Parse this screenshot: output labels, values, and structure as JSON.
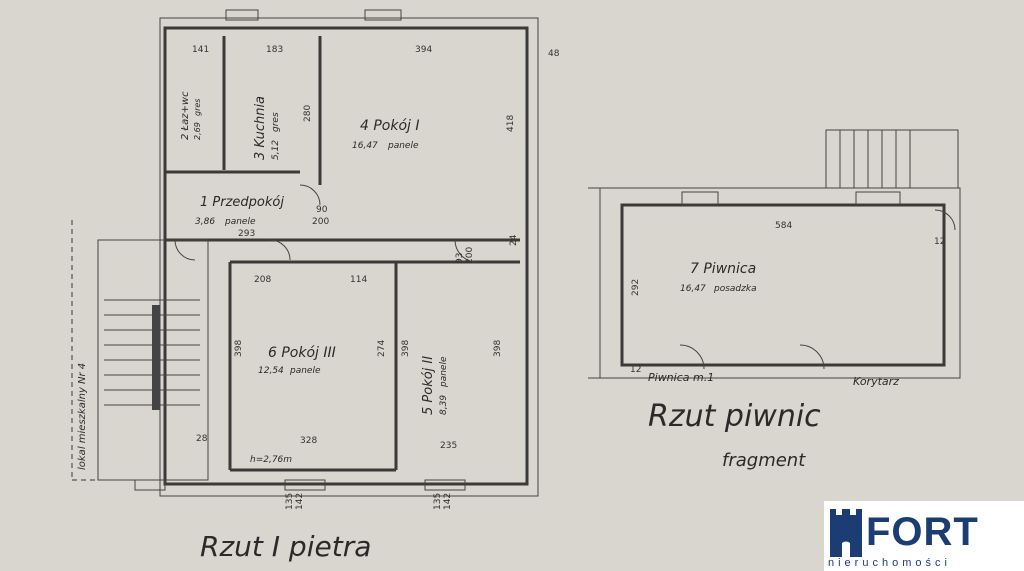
{
  "plan": {
    "floor_title": "Rzut I pietra",
    "basement_title": "Rzut piwnic",
    "basement_subtitle": "fragment",
    "stair_label": "lokal mieszkalny Nr 4",
    "height_note": "h=2,76m"
  },
  "rooms": [
    {
      "name": "1 Przedpokój",
      "area": "3,86",
      "finish": "panele"
    },
    {
      "name": "2 Łaz+wc",
      "area": "2,69",
      "finish": "gres"
    },
    {
      "name": "3 Kuchnia",
      "area": "5,12",
      "finish": "gres"
    },
    {
      "name": "4 Pokój I",
      "area": "16,47",
      "finish": "panele"
    },
    {
      "name": "5 Pokój II",
      "area": "8,39",
      "finish": "panele"
    },
    {
      "name": "6 Pokój III",
      "area": "12,54",
      "finish": "panele"
    },
    {
      "name": "7 Piwnica",
      "area": "16,47",
      "finish": "posadzka"
    }
  ],
  "basement_labels": {
    "left": "Piwnica m.1",
    "right": "Korytarz"
  },
  "dimensions": {
    "d1": "394",
    "d2": "183",
    "d3": "141",
    "d4": "418",
    "d5": "280",
    "d6": "293",
    "d7": "208",
    "d8": "114",
    "d9": "398",
    "d10": "274",
    "d11": "328",
    "d12": "398",
    "d13": "235",
    "d14": "398",
    "d15": "584",
    "d16": "292",
    "d17": "135",
    "d18": "142",
    "d19": "135",
    "d20": "142",
    "d21": "28",
    "d22": "24",
    "d23": "48",
    "d24": "90",
    "d25": "200",
    "d26": "12",
    "d27": "12",
    "d28": "93",
    "d29": "200"
  },
  "logo": {
    "name": "FORT",
    "subtitle": "nieruchomości"
  },
  "colors": {
    "paper": "#d9d6cf",
    "ink": "#3a3a3a",
    "brand": "#1c3d73"
  }
}
